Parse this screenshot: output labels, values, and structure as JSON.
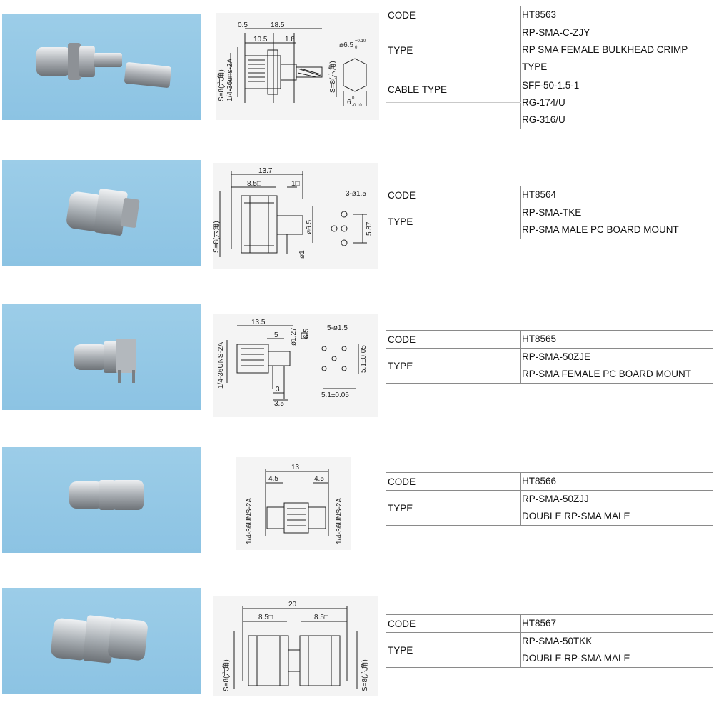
{
  "products": [
    {
      "code_label": "CODE",
      "code": "HT8563",
      "type_label": "TYPE",
      "type_lines": [
        "RP-SMA-C-ZJY",
        "RP SMA FEMALE BULKHEAD CRIMP",
        "TYPE"
      ],
      "cable_label": "CABLE TYPE",
      "cable_lines": [
        "SFF-50-1.5-1",
        "RG-174/U",
        "RG-316/U"
      ],
      "dims": [
        "0.5",
        "18.5",
        "10.5",
        "1.8",
        "ø6.5",
        "+0.10",
        "0",
        "S=8(六角)",
        "1/4-36uns-2A",
        "6",
        "0",
        "-0.10"
      ]
    },
    {
      "code_label": "CODE",
      "code": "HT8564",
      "type_label": "TYPE",
      "type_lines": [
        "RP-SMA-TKE",
        "RP-SMA MALE PC BOARD MOUNT"
      ],
      "dims": [
        "13.7",
        "8.5□",
        "1□",
        "3-ø1.5",
        "S=8(六角)",
        "ø6.5",
        "5.87",
        "ø1"
      ]
    },
    {
      "code_label": "CODE",
      "code": "HT8565",
      "type_label": "TYPE",
      "type_lines": [
        "RP-SMA-50ZJE",
        "RP-SMA FEMALE PC BOARD MOUNT"
      ],
      "dims": [
        "13.5",
        "5",
        "ø1.27",
        "6.5",
        "5-ø1.5",
        "1/4-36UNS-2A",
        "5.1±0.05",
        "3",
        "3.5",
        "5.1±0.05"
      ]
    },
    {
      "code_label": "CODE",
      "code": "HT8566",
      "type_label": "TYPE",
      "type_lines": [
        "RP-SMA-50ZJJ",
        "DOUBLE RP-SMA MALE"
      ],
      "dims": [
        "13",
        "4.5",
        "4.5",
        "1/4-36UNS-2A",
        "1/4-36UNS-2A"
      ]
    },
    {
      "code_label": "CODE",
      "code": "HT8567",
      "type_label": "TYPE",
      "type_lines": [
        "RP-SMA-50TKK",
        "DOUBLE RP-SMA MALE"
      ],
      "dims": [
        "20",
        "8.5□",
        "8.5□",
        "S=8(六角)",
        "S=8(六角)"
      ]
    }
  ],
  "colors": {
    "photo_bg": "#8fc5e4",
    "metal": "#c9ccd0",
    "table_border": "#8a8a8a"
  }
}
